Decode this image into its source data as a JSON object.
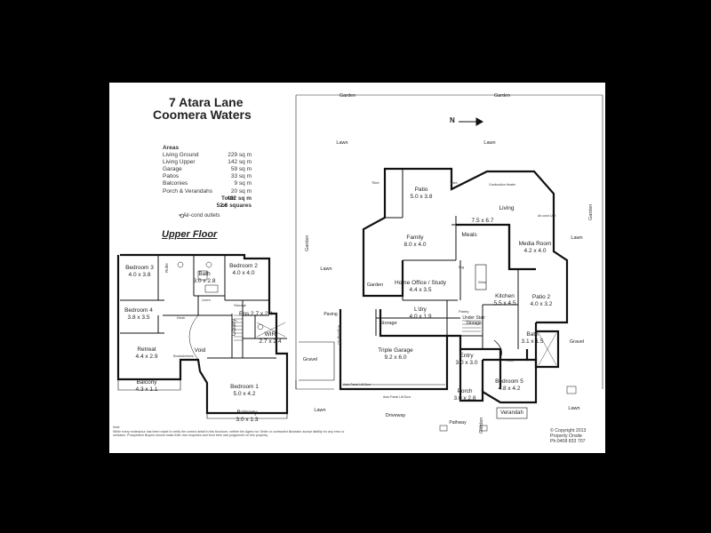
{
  "title": {
    "line1": "7 Atara Lane",
    "line2": "Coomera Waters"
  },
  "areas": {
    "header": "Areas",
    "rows": [
      {
        "label": "Living Ground",
        "value": "229 sq m"
      },
      {
        "label": "Living Upper",
        "value": "142 sq m"
      },
      {
        "label": "Garage",
        "value": "59 sq m"
      },
      {
        "label": "Patios",
        "value": "33 sq m"
      },
      {
        "label": "Balconies",
        "value": "9 sq m"
      },
      {
        "label": "Porch & Verandahs",
        "value": "20 sq m"
      }
    ],
    "total_label": "Total",
    "total_value": "492 sq m",
    "or_label": "or",
    "or_value": "52.6 squares"
  },
  "aircond_note": "= Air-cond outlets",
  "upper_floor_heading": "Upper Floor",
  "north_label": "N",
  "upper_rooms": {
    "bed3": {
      "name": "Bedroom 3",
      "size": "4.0 x 3.8"
    },
    "bath": {
      "name": "Bath",
      "size": "3.0 x 2.8"
    },
    "bed2": {
      "name": "Bedroom 2",
      "size": "4.0 x 4.0"
    },
    "bed4": {
      "name": "Bedroom 4",
      "size": "3.8 x 3.5"
    },
    "retreat": {
      "name": "Retreat",
      "size": "4.4 x 2.9"
    },
    "balcony1": {
      "name": "Balcony",
      "size": "4.3 x 1.1"
    },
    "ens": {
      "name": "Ens",
      "size": "2.7 x 2.4"
    },
    "wir": {
      "name": "WIR",
      "size": "2.7 x 2.4"
    },
    "bed1": {
      "name": "Bedroom 1",
      "size": "5.0 x 4.2"
    },
    "balcony2": {
      "name": "Balcony",
      "size": "3.0 x 1.3"
    },
    "gallery": "Gallery",
    "void": "Void",
    "linen": "Linen",
    "storage": "Storage",
    "robe": "Robe",
    "desk": "Desk",
    "bookshelves": "Bookshelves"
  },
  "ground_rooms": {
    "patio": {
      "name": "Patio",
      "size": "5.0 x 3.8"
    },
    "living": {
      "name": "Living",
      "size": "7.5 x 6.7"
    },
    "meals": "Meals",
    "family": {
      "name": "Family",
      "size": "8.0 x 4.0"
    },
    "media": {
      "name": "Media Room",
      "size": "4.2 x 4.0"
    },
    "office": {
      "name": "Home Office / Study",
      "size": "4.4 x 3.5"
    },
    "kitchen": {
      "name": "Kitchen",
      "size": "5.5 x 4.5"
    },
    "patio2": {
      "name": "Patio 2",
      "size": "4.0 x 3.2"
    },
    "ldry": {
      "name": "L'dry",
      "size": "4.0 x 1.9"
    },
    "understair": "Under Stair Storage",
    "storage": "Storage",
    "bath": {
      "name": "Bath",
      "size": "3.1 x 1.5"
    },
    "garage": {
      "name": "Triple Garage",
      "size": "9.2 x 6.0"
    },
    "entry": {
      "name": "Entry",
      "size": "3.0 x 3.0"
    },
    "porch": {
      "name": "Porch",
      "size": "3.0 x 2.8"
    },
    "bed5": {
      "name": "Bedroom 5",
      "size": "4.8 x 4.2"
    },
    "verandah": "Verandah",
    "robe": "Robe",
    "pantry": "Pantry",
    "fridge": "Frg",
    "wine": "Wine"
  },
  "site_labels": {
    "garden": "Garden",
    "lawn": "Lawn",
    "gravel": "Gravel",
    "paving": "Paving",
    "driveway": "Driveway",
    "pathway": "Pathway",
    "tiled": "Tiled",
    "clothesline": "Clothesline",
    "auto_door": "Auto Panel Lift Door",
    "combustion": "Combustion Heater",
    "aircond_unit": "Air-cond Unit"
  },
  "note": "Note\nWhile every endeavour has been made to verify the correct detail in this brochure, neither the Agent nor Seller or contracted illustrator accept liability for any error or omission. Prospective Buyers should make their own enquiries and form their own judgement on this property.",
  "credit": {
    "line1": "© Copyright 2013",
    "line2": "Property Onsite",
    "line3": "Ph:0408 833 707"
  }
}
